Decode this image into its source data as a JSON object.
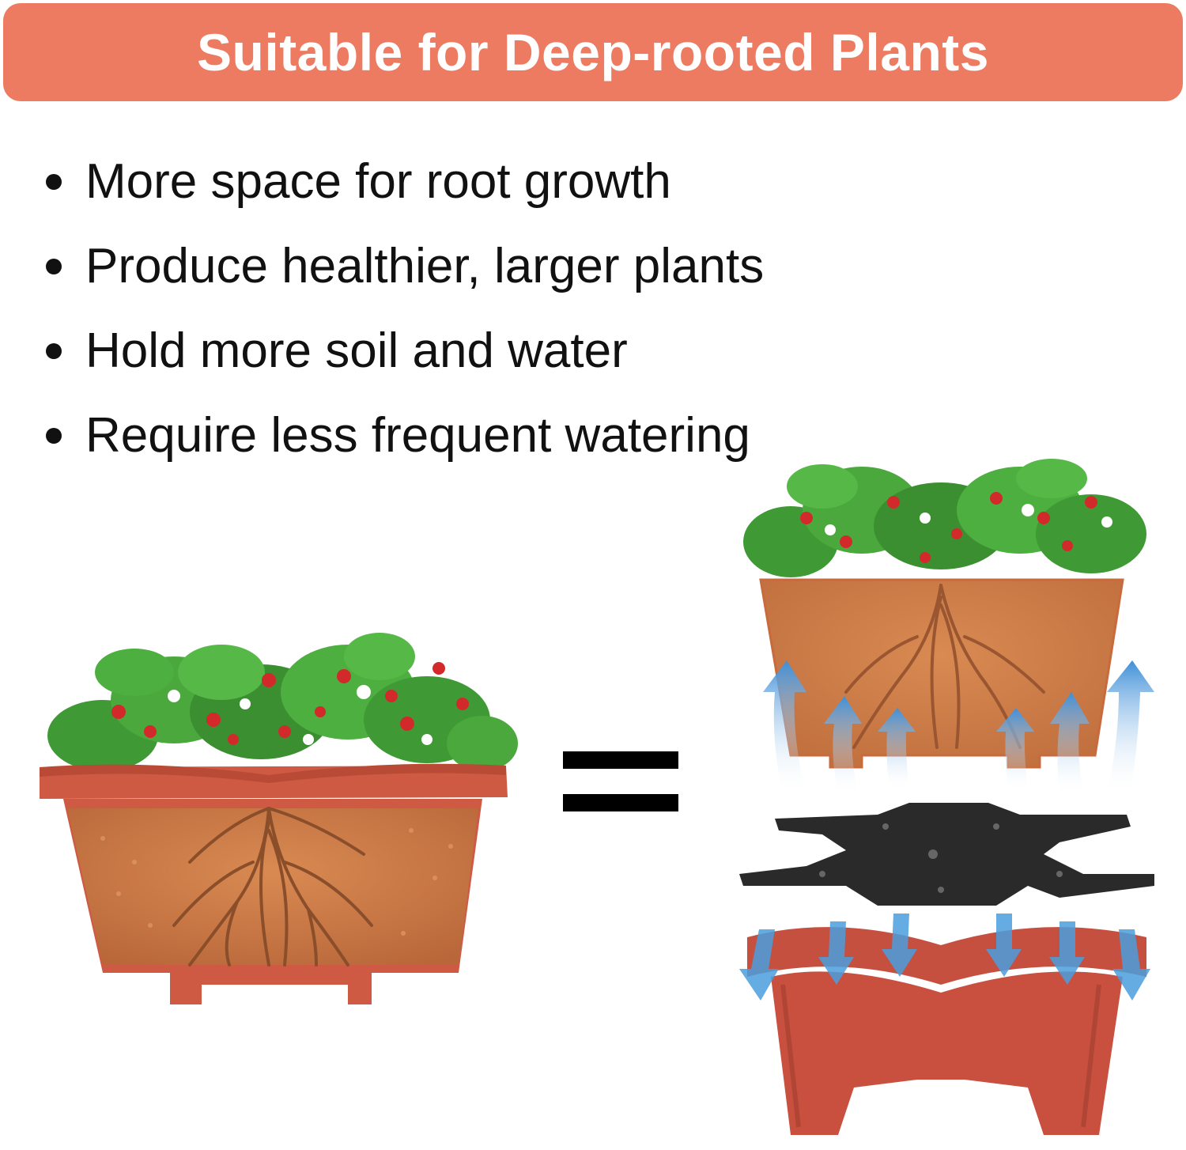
{
  "banner": {
    "title": "Suitable for Deep-rooted Plants",
    "color": "#ec7b61"
  },
  "bullets": [
    "More space for root growth",
    "Produce healthier, larger plants",
    "Hold more soil and water",
    "Require less frequent watering"
  ],
  "colors": {
    "pot_terracotta": "#c8553e",
    "soil": "#c87a45",
    "root": "#8b4e2a",
    "leaf": "#3f9a35",
    "berry": "#d22a2a",
    "tray": "#222222",
    "airflow": "#4a9ede"
  },
  "icons": {
    "equals": "equals-sign-icon",
    "arrows": "airflow-arrow-icon"
  }
}
